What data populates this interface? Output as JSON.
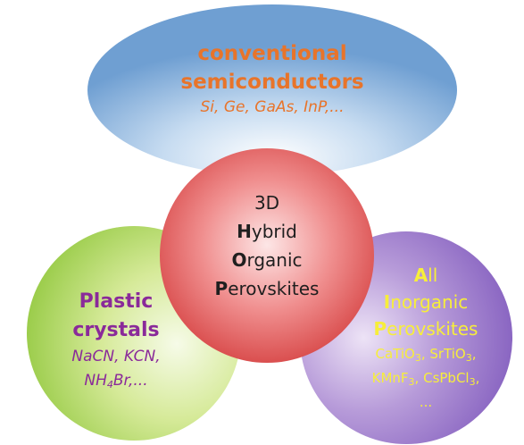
{
  "diagram": {
    "top": {
      "title_line1": "conventional",
      "title_line2": "semiconductors",
      "examples": "Si, Ge, GaAs, InP,..."
    },
    "center": {
      "line1": "3D",
      "line2_initial": "H",
      "line2_rest": "ybrid",
      "line3_initial": "O",
      "line3_rest": "rganic",
      "line4_initial": "P",
      "line4_rest": "erovskites"
    },
    "left": {
      "title_line1": "Plastic",
      "title_line2": "crystals",
      "examples_line1": "NaCN, KCN,",
      "ex2_prefix": "NH",
      "ex2_sub": "4",
      "ex2_suffix": "Br,..."
    },
    "right": {
      "line1_initial": "A",
      "line1_rest": "ll",
      "line2_initial": "I",
      "line2_rest": "norganic",
      "line3_initial": "P",
      "line3_rest": "erovskites",
      "c1a": "CaTiO",
      "c1a_sub": "3",
      "c1sep": ", ",
      "c1b": "SrTiO",
      "c1b_sub": "3",
      "c1end": ",",
      "c2a": "KMnF",
      "c2a_sub": "3",
      "c2sep": ", ",
      "c2b": "CsPbCl",
      "c2b_sub": "3",
      "c2end": ",",
      "c3": "..."
    },
    "colors": {
      "top_text": "#e8742a",
      "left_text": "#8a2a9a",
      "right_text": "#f7ee3a",
      "center_text": "#1f1f1f"
    }
  }
}
